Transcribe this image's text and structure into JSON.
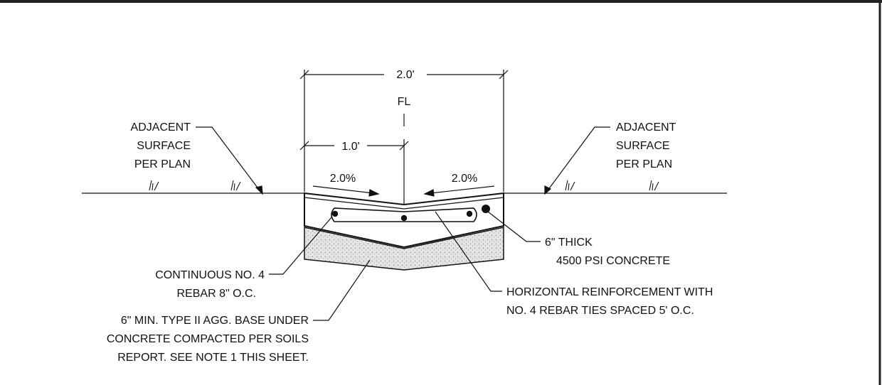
{
  "dimensions": {
    "overall_width": "2.0'",
    "half_width": "1.0'",
    "flowline": "FL"
  },
  "slopes": {
    "left": "2.0%",
    "right": "2.0%"
  },
  "callouts": {
    "adjacent_left": [
      "ADJACENT",
      "SURFACE",
      "PER PLAN"
    ],
    "adjacent_right": [
      "ADJACENT",
      "SURFACE",
      "PER PLAN"
    ],
    "concrete": [
      "6\" THICK",
      "4500 PSI CONCRETE"
    ],
    "rebar": [
      "CONTINUOUS  NO. 4",
      "REBAR 8\" O.C."
    ],
    "reinforcement": [
      "HORIZONTAL  REINFORCEMENT WITH",
      "NO.  4 REBAR TIES SPACED 5' O.C."
    ],
    "base": [
      "6\" MIN. TYPE II  AGG. BASE  UNDER",
      "CONCRETE COMPACTED PER SOILS",
      "REPORT. SEE NOTE 1 THIS SHEET."
    ]
  },
  "colors": {
    "line": "#111111",
    "aggregate_fill": "#d9d9d9",
    "border": "#222222"
  }
}
